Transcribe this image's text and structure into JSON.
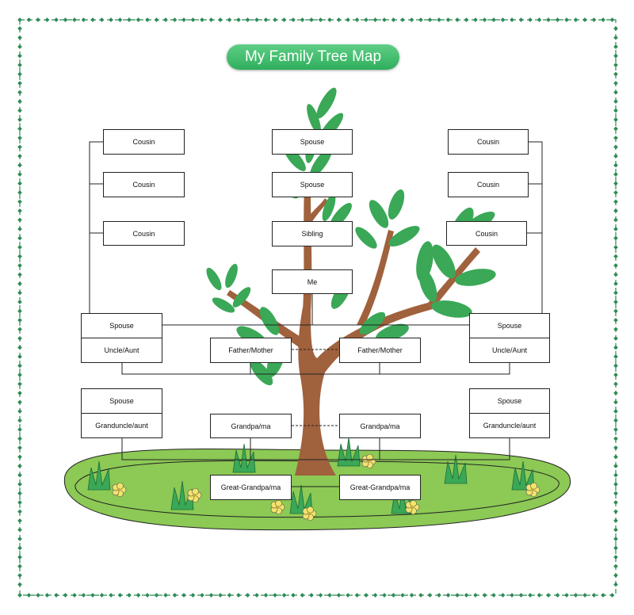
{
  "title": "My Family Tree Map",
  "colors": {
    "frame": "#2e8b57",
    "title_fill": "#3cbf6b",
    "leaf": "#3aa857",
    "trunk": "#a0613d",
    "ground": "#8cc955",
    "flower": "#f2e36b"
  },
  "boxes": {
    "cousin_l1": "Cousin",
    "cousin_l2": "Cousin",
    "cousin_l3": "Cousin",
    "spouse_c1": "Spouse",
    "spouse_c2": "Spouse",
    "sibling": "Sibling",
    "me": "Me",
    "cousin_r1": "Cousin",
    "cousin_r2": "Cousin",
    "cousin_r3": "Cousin",
    "father_mother_l": "Father/Mother",
    "father_mother_r": "Father/Mother",
    "grandpa_l": "Grandpa/ma",
    "grandpa_r": "Grandpa/ma",
    "great_grandpa_l": "Great-Grandpa/ma",
    "great_grandpa_r": "Great-Grandpa/ma"
  },
  "pairs": {
    "uncle_l": {
      "top": "Spouse",
      "bottom": "Uncle/Aunt"
    },
    "uncle_r": {
      "top": "Spouse",
      "bottom": "Uncle/Aunt"
    },
    "granduncle_l": {
      "top": "Spouse",
      "bottom": "Granduncle/aunt"
    },
    "granduncle_r": {
      "top": "Spouse",
      "bottom": "Granduncle/aunt"
    }
  }
}
